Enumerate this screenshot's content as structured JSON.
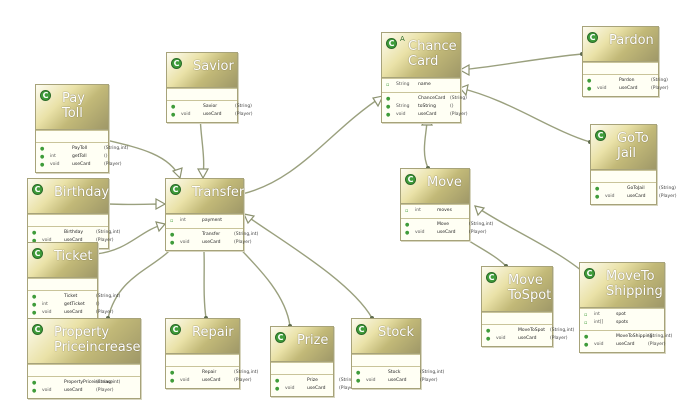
{
  "boxes": {
    "chancecard": {
      "title": "Chance\nCard",
      "abstract": "A",
      "fields": [
        {
          "mod": "String",
          "name": "name"
        }
      ],
      "methods": [
        {
          "mod": "",
          "name": "ChanceCard",
          "params": "(String)"
        },
        {
          "mod": "String",
          "name": "toString",
          "params": "()"
        },
        {
          "mod": "void",
          "name": "useCard",
          "params": "(Player)"
        }
      ]
    },
    "pardon": {
      "title": "Pardon",
      "fields": [],
      "methods": [
        {
          "mod": "",
          "name": "Pardon",
          "params": "(String)"
        },
        {
          "mod": "void",
          "name": "useCard",
          "params": "(Player)"
        }
      ]
    },
    "gotojail": {
      "title": "GoTo\nJail",
      "fields": [],
      "methods": [
        {
          "mod": "",
          "name": "GoToJail",
          "params": "(String)"
        },
        {
          "mod": "void",
          "name": "useCard",
          "params": "(Player)"
        }
      ]
    },
    "savior": {
      "title": "Savior",
      "fields": [],
      "methods": [
        {
          "mod": "",
          "name": "Savior",
          "params": "(String)"
        },
        {
          "mod": "void",
          "name": "useCard",
          "params": "(Player)"
        }
      ]
    },
    "paytoll": {
      "title": "Pay\nToll",
      "fields": [],
      "methods": [
        {
          "mod": "",
          "name": "PayToll",
          "params": "(String,int)"
        },
        {
          "mod": "int",
          "name": "getToll",
          "params": "()"
        },
        {
          "mod": "void",
          "name": "useCard",
          "params": "(Player)"
        }
      ]
    },
    "birthday": {
      "title": "Birthday",
      "fields": [],
      "methods": [
        {
          "mod": "",
          "name": "Birthday",
          "params": "(String,int)"
        },
        {
          "mod": "void",
          "name": "useCard",
          "params": "(Player)"
        }
      ]
    },
    "transfer": {
      "title": "Transfer",
      "fields": [
        {
          "mod": "int",
          "name": "payment"
        }
      ],
      "methods": [
        {
          "mod": "",
          "name": "Transfer",
          "params": "(String,int)"
        },
        {
          "mod": "void",
          "name": "useCard",
          "params": "(Player)"
        }
      ]
    },
    "move": {
      "title": "Move",
      "fields": [
        {
          "mod": "int",
          "name": "moves"
        }
      ],
      "methods": [
        {
          "mod": "",
          "name": "Move",
          "params": "(String,int)"
        },
        {
          "mod": "void",
          "name": "useCard",
          "params": "(Player)"
        }
      ]
    },
    "ticket": {
      "title": "Ticket",
      "fields": [],
      "methods": [
        {
          "mod": "",
          "name": "Ticket",
          "params": "(String,int)"
        },
        {
          "mod": "int",
          "name": "getTicket",
          "params": "()"
        },
        {
          "mod": "void",
          "name": "useCard",
          "params": "(Player)"
        }
      ]
    },
    "movetospot": {
      "title": "Move\nToSpot",
      "fields": [],
      "methods": [
        {
          "mod": "",
          "name": "MoveToSpot",
          "params": "(String,int)"
        },
        {
          "mod": "void",
          "name": "useCard",
          "params": "(Player)"
        }
      ]
    },
    "movetoshipping": {
      "title": "MoveTo\nShipping",
      "fields": [
        {
          "mod": "int",
          "name": "spot"
        },
        {
          "mod": "int[]",
          "name": "spots"
        }
      ],
      "methods": [
        {
          "mod": "",
          "name": "MoveToShipping",
          "params": "(String,int)"
        },
        {
          "mod": "void",
          "name": "useCard",
          "params": "(Player)"
        }
      ]
    },
    "property": {
      "title": "Property\nPriceincrease",
      "fields": [],
      "methods": [
        {
          "mod": "",
          "name": "PropertyPriceincrease",
          "params": "(String,int)"
        },
        {
          "mod": "void",
          "name": "useCard",
          "params": "(Player)"
        }
      ]
    },
    "repair": {
      "title": "Repair",
      "fields": [],
      "methods": [
        {
          "mod": "",
          "name": "Repair",
          "params": "(String,int)"
        },
        {
          "mod": "void",
          "name": "useCard",
          "params": "(Player)"
        }
      ]
    },
    "prize": {
      "title": "Prize",
      "fields": [],
      "methods": [
        {
          "mod": "",
          "name": "Prize",
          "params": "(String,int)"
        },
        {
          "mod": "void",
          "name": "useCard",
          "params": "(Player)"
        }
      ]
    },
    "stock": {
      "title": "Stock",
      "fields": [],
      "methods": [
        {
          "mod": "",
          "name": "Stock",
          "params": "(String,int)"
        },
        {
          "mod": "void",
          "name": "useCard",
          "params": "(Player)"
        }
      ]
    }
  },
  "edges": [
    {
      "from": "pardon",
      "to": "chancecard"
    },
    {
      "from": "gotojail",
      "to": "chancecard"
    },
    {
      "from": "move",
      "to": "chancecard"
    },
    {
      "from": "transfer",
      "to": "chancecard"
    },
    {
      "from": "savior",
      "to": "transfer"
    },
    {
      "from": "paytoll",
      "to": "transfer"
    },
    {
      "from": "birthday",
      "to": "transfer"
    },
    {
      "from": "ticket",
      "to": "transfer"
    },
    {
      "from": "property",
      "to": "transfer"
    },
    {
      "from": "repair",
      "to": "transfer"
    },
    {
      "from": "prize",
      "to": "transfer"
    },
    {
      "from": "stock",
      "to": "transfer"
    },
    {
      "from": "movetospot",
      "to": "move"
    },
    {
      "from": "movetoshipping",
      "to": "move"
    }
  ]
}
